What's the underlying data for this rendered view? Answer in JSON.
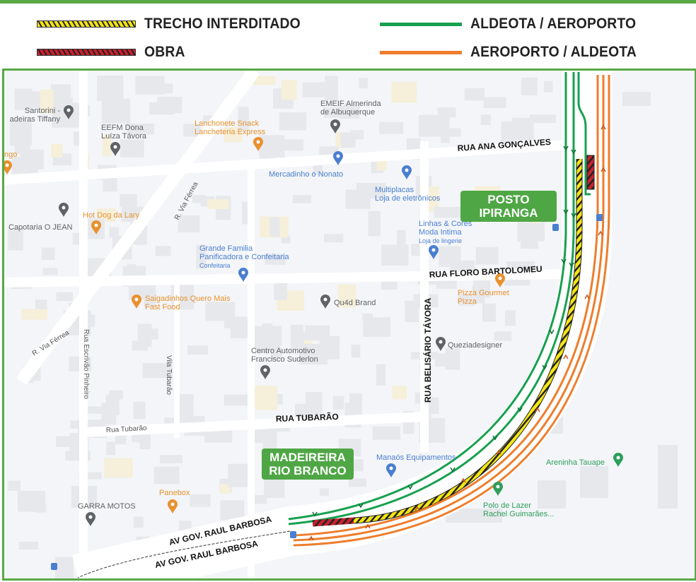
{
  "legend": [
    {
      "label": "TRECHO INTERDITADO",
      "style": "hatched",
      "color": "#f5e614"
    },
    {
      "label": "OBRA",
      "style": "hatched",
      "color": "#c8202e"
    },
    {
      "label": "ALDEOTA / AEROPORTO",
      "style": "solid",
      "color": "#17a04f"
    },
    {
      "label": "AEROPORTO / ALDEOTA",
      "style": "solid",
      "color": "#ee7d2c"
    }
  ],
  "colors": {
    "frame": "#5aa845",
    "aldeota_aeroporto": "#17a04f",
    "aeroporto_aldeota": "#ee7d2c",
    "interditado": "#f5e614",
    "obra": "#c8202e",
    "callout": "#4fa645"
  },
  "callouts": {
    "posto": [
      "POSTO",
      "IPIRANGA"
    ],
    "madeireira": [
      "MADEIREIRA",
      "RIO BRANCO"
    ]
  },
  "streets": {
    "ana_goncalves": "RUA ANA GONÇALVES",
    "floro_bartolomeu": "RUA FLORO BARTOLOMEU",
    "belisario_tavora": "RUA BELISÁRIO TÁVORA",
    "tubarao_main": "RUA TUBARÃO",
    "raul_barbosa_1": "AV GOV. RAUL BARBOSA",
    "raul_barbosa_2": "AV GOV. RAUL BARBOSA",
    "via_ferrea_1": "R. Via Férrea",
    "via_ferrea_2": "R. Via Férrea",
    "escrivao_pinheiro": "Rua Escrivão Pinheiro",
    "vila_tubarao": "Vila Tubarão",
    "rua_tubarao": "Rua Tubarão"
  },
  "pois": [
    {
      "lines": [
        "Santorini -",
        "adeiras Tiffany"
      ],
      "kind": "place",
      "color": "#5f6368"
    },
    {
      "lines": [
        "EEFM Dona",
        "Luíza Távora"
      ],
      "kind": "school",
      "color": "#5f6368"
    },
    {
      "lines": [
        "Lanchonete Snack",
        "Lancheteria Express"
      ],
      "kind": "food",
      "color": "#e8912d"
    },
    {
      "lines": [
        "EMEIF Almerinda",
        "de Albuquerque"
      ],
      "kind": "school",
      "color": "#5f6368"
    },
    {
      "lines": [
        "Mercadinho o Nonato"
      ],
      "kind": "shop",
      "color": "#4a7fd0"
    },
    {
      "lines": [
        "Multiplacas",
        "Loja de eletrônicos"
      ],
      "kind": "shop",
      "color": "#4a7fd0"
    },
    {
      "lines": [
        "Linhas & Cores",
        "Moda Intima",
        "Loja de lingerie"
      ],
      "kind": "shop",
      "color": "#4a7fd0"
    },
    {
      "lines": [
        "Capotaria O JEAN"
      ],
      "kind": "place",
      "color": "#5f6368"
    },
    {
      "lines": [
        "Hot Dog da Lary"
      ],
      "kind": "food",
      "color": "#e8912d"
    },
    {
      "lines": [
        "Grande Familia",
        "Panificadora e Confeitaria",
        "Confeitaria"
      ],
      "kind": "shop",
      "color": "#4a7fd0"
    },
    {
      "lines": [
        "Saigadinhos Quero Mais",
        "Fast Food"
      ],
      "kind": "food",
      "color": "#e8912d"
    },
    {
      "lines": [
        "Qu4d Brand"
      ],
      "kind": "place",
      "color": "#5f6368"
    },
    {
      "lines": [
        "Pizza Gourmet",
        "Pizza"
      ],
      "kind": "food",
      "color": "#e8912d"
    },
    {
      "lines": [
        "Queziadesigner"
      ],
      "kind": "place",
      "color": "#5f6368"
    },
    {
      "lines": [
        "Centro Automotivo",
        "Francisco Suderlon"
      ],
      "kind": "place",
      "color": "#5f6368"
    },
    {
      "lines": [
        "Manaós Equipamentos"
      ],
      "kind": "shop",
      "color": "#4a7fd0"
    },
    {
      "lines": [
        "Panebox"
      ],
      "kind": "food",
      "color": "#e8912d"
    },
    {
      "lines": [
        "GARRA MOTOS"
      ],
      "kind": "place",
      "color": "#5f6368"
    },
    {
      "lines": [
        "Areninha Tauape"
      ],
      "kind": "park",
      "color": "#2e9e5b"
    },
    {
      "lines": [
        "Polo de Lazer",
        "Rachel Guimarães..."
      ],
      "kind": "park",
      "color": "#2e9e5b"
    },
    {
      "lines": [
        "ngo"
      ],
      "kind": "food",
      "color": "#e8912d"
    }
  ]
}
